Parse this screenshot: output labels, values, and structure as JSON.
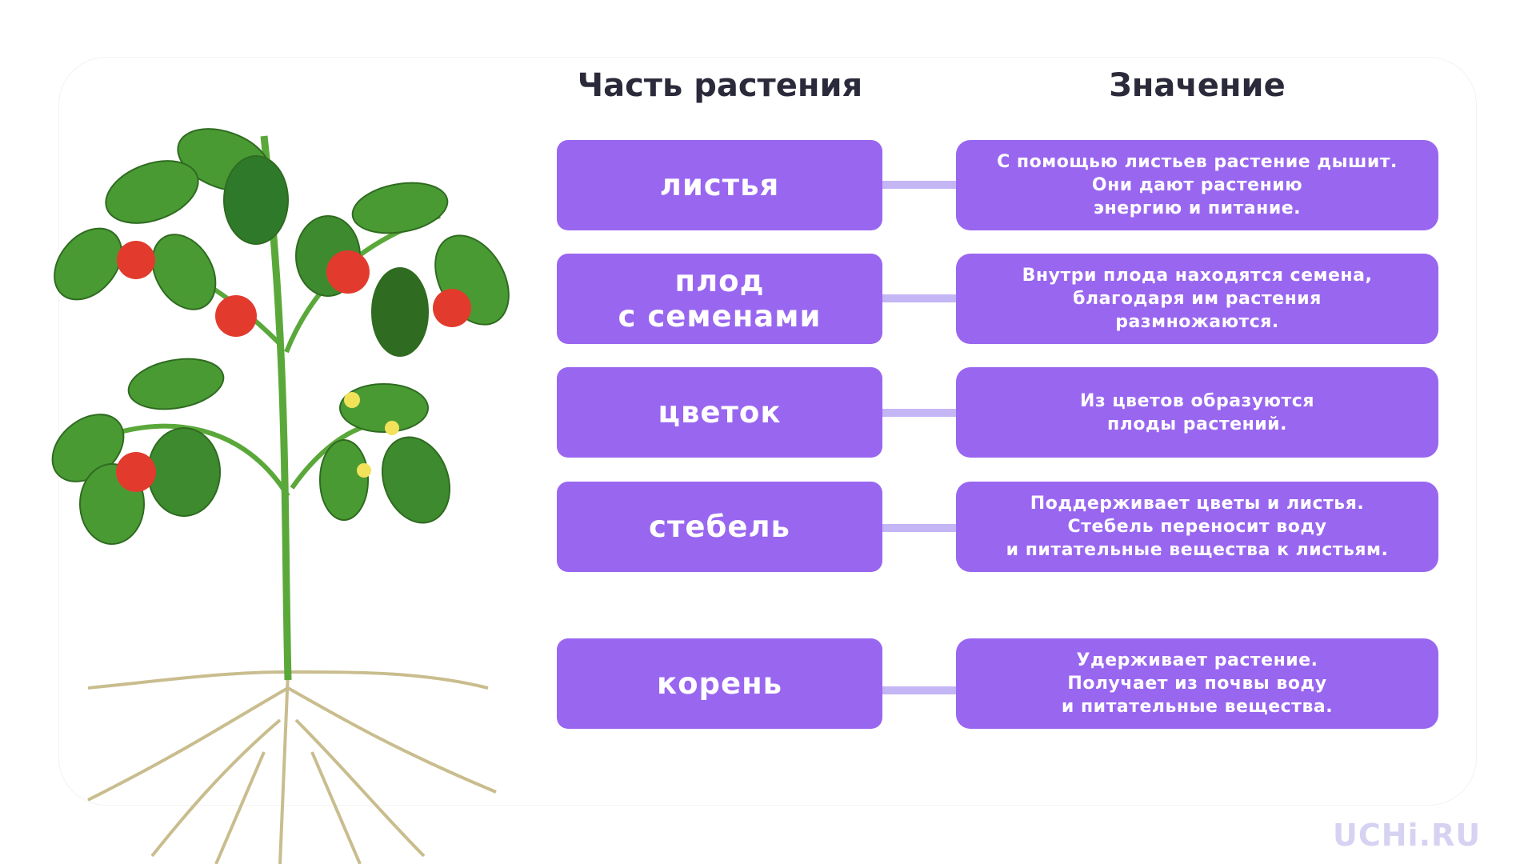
{
  "headers": {
    "part": "Часть растения",
    "meaning": "Значение"
  },
  "rows": [
    {
      "part": "листья",
      "meaning": "С помощью листьев растение дышит.\nОни дают растению\n энергию и питание."
    },
    {
      "part": "плод\nс семенами",
      "meaning": "Внутри плода находятся семена,\nблагодаря им растения\nразмножаются."
    },
    {
      "part": "цветок",
      "meaning": "Из цветов образуются\nплоды растений."
    },
    {
      "part": "стебель",
      "meaning": "Поддерживает цветы и листья.\nСтебель переносит воду\nи питательные вещества к листьям."
    },
    {
      "part": "корень",
      "meaning": "Удерживает растение.\nПолучает из почвы воду\nи питательные вещества."
    }
  ],
  "logo": "UCHi.RU",
  "colors": {
    "box": "#9966f0",
    "arrow": "#c4b5f5",
    "text": "#2a2a3a"
  }
}
